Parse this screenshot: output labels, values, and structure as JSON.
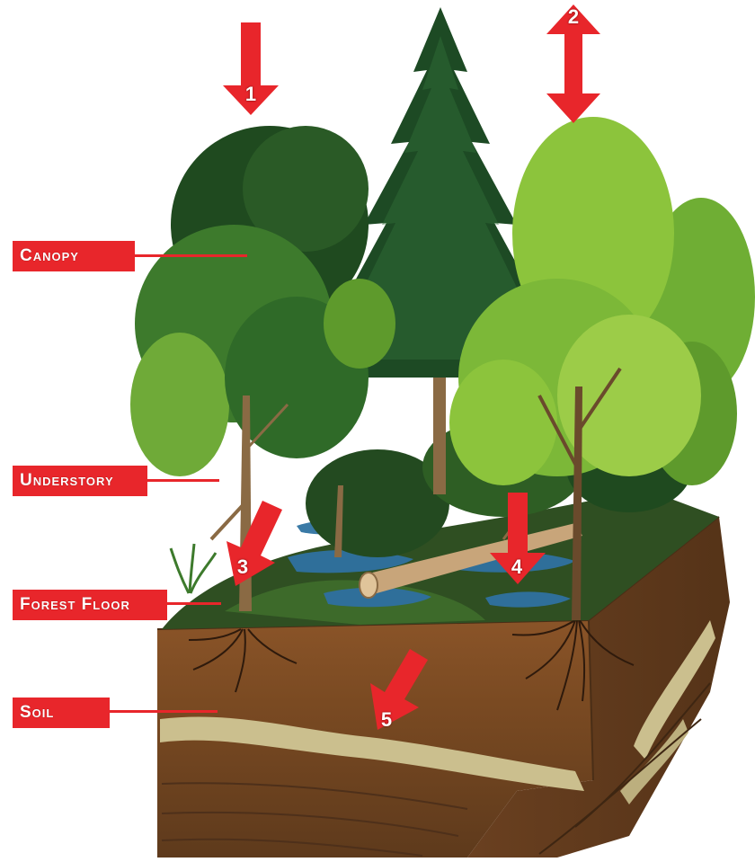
{
  "labels": {
    "canopy": "Canopy",
    "understory": "Understory",
    "forest_floor": "Forest Floor",
    "soil": "Soil"
  },
  "arrows": {
    "a1": "1",
    "a2": "2",
    "a3": "3",
    "a4": "4",
    "a5": "5"
  },
  "colors": {
    "label_red": "#e8262b",
    "soil_brown": "#7a4a22",
    "dark_green": "#1f4a1f",
    "light_green": "#8cc43c",
    "water_blue": "#2f6f9a"
  }
}
